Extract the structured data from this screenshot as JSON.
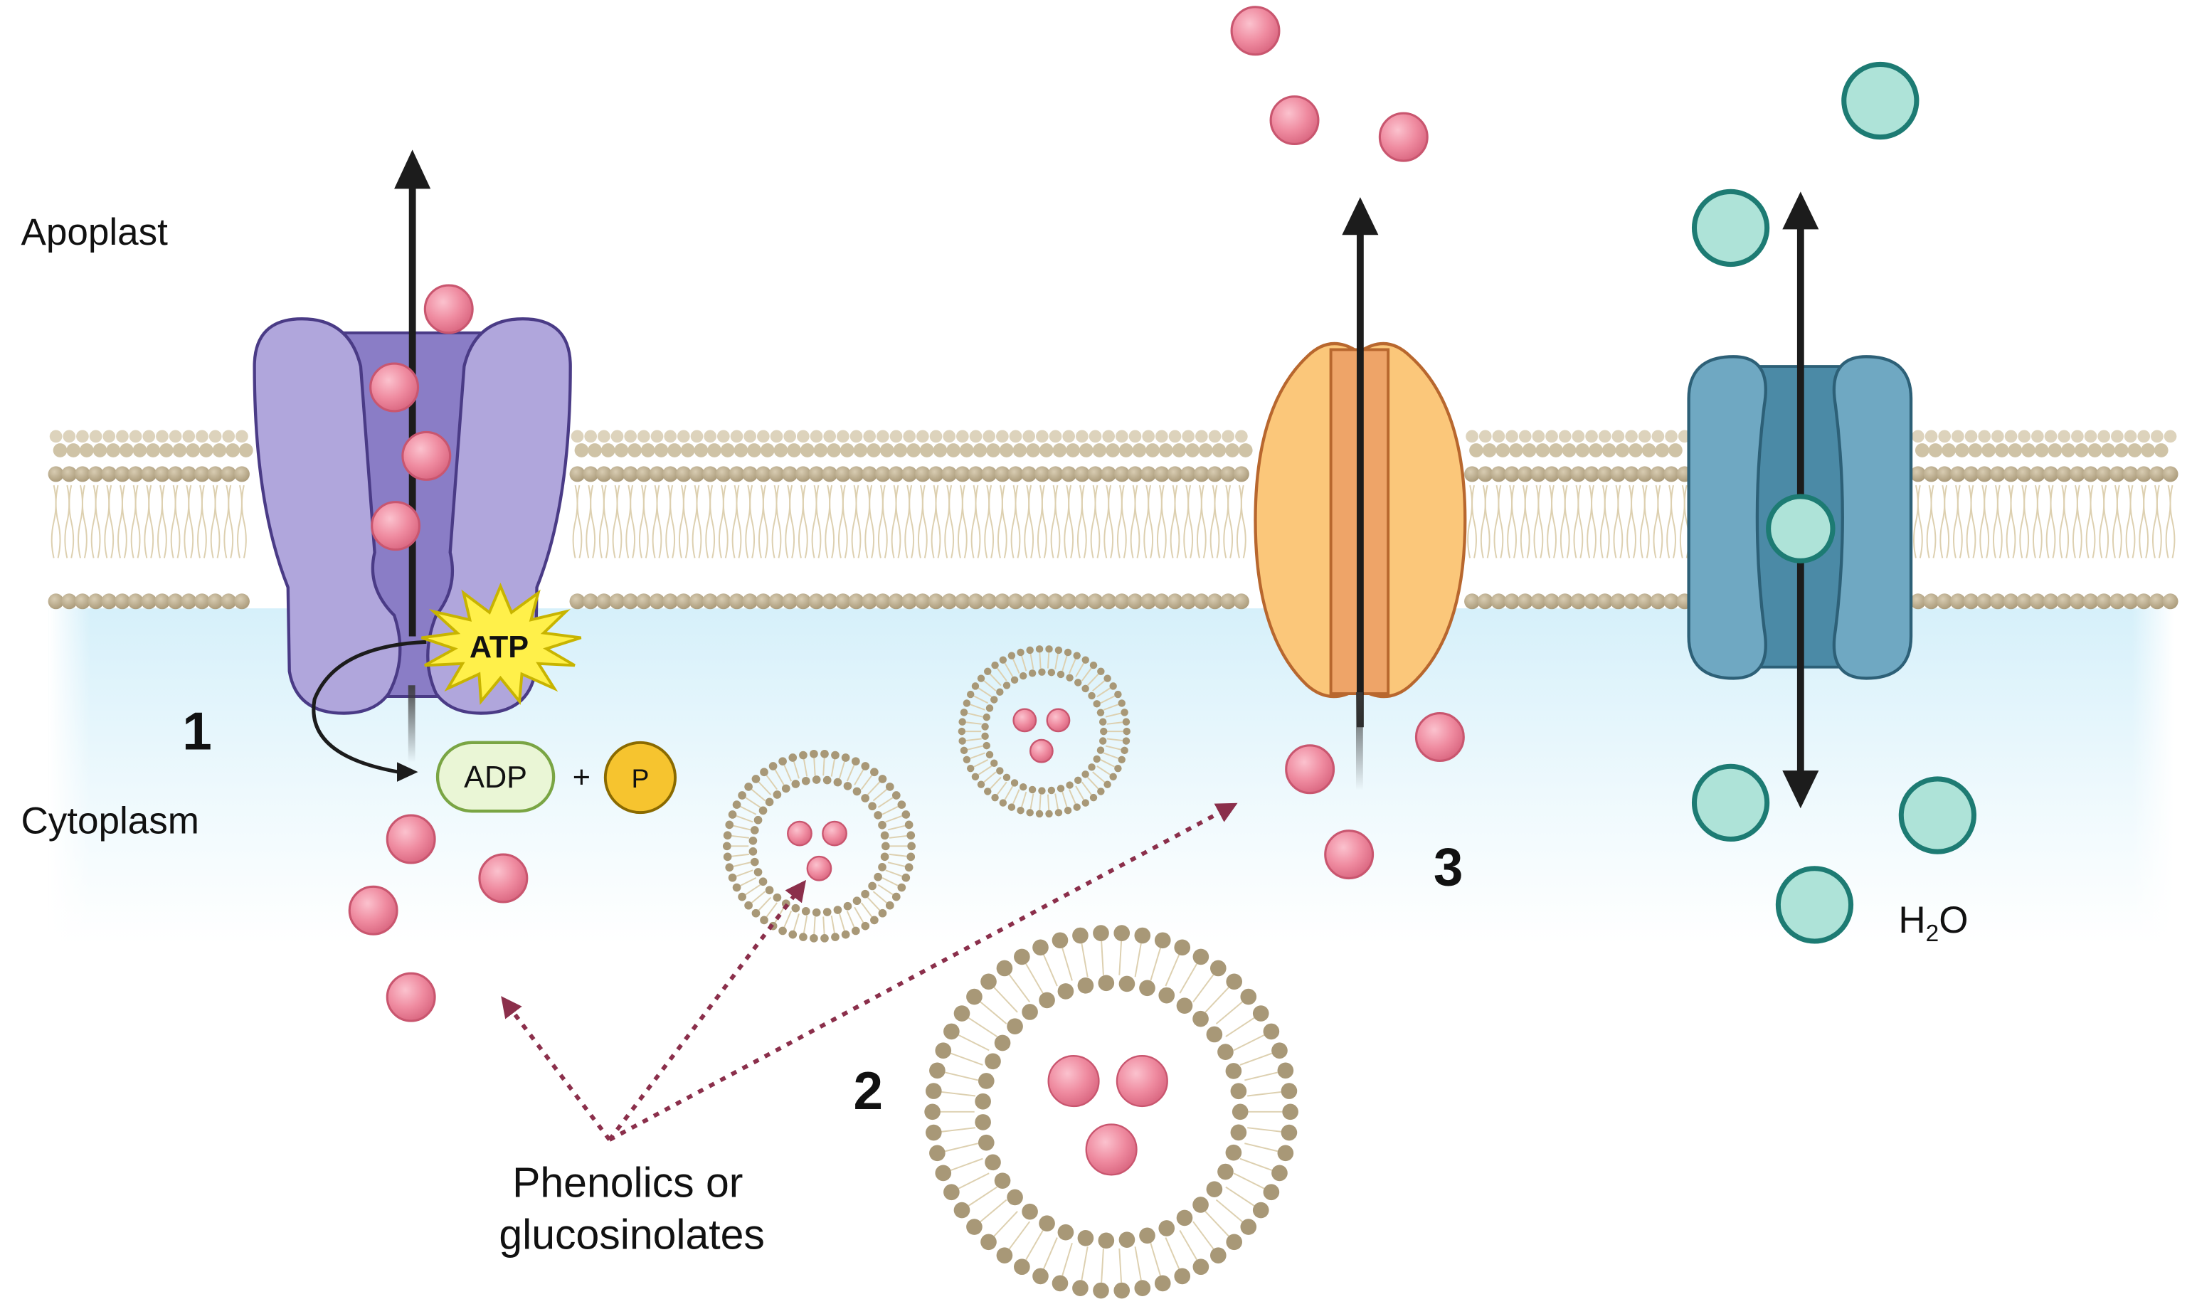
{
  "labels": {
    "apoplast": "Apoplast",
    "cytoplasm": "Cytoplasm",
    "atp": "ATP",
    "adp": "ADP",
    "plus": "+",
    "phosphate": "P",
    "step1": "1",
    "step2": "2",
    "step3": "3",
    "water_h": "H",
    "water_sub": "2",
    "water_o": "O",
    "source_line1": "Phenolics or",
    "source_line2": "glucosinolates"
  },
  "colors": {
    "cytoplasm_top": "#d9f2fb",
    "membrane_head": "#b8a98c",
    "membrane_tail": "#e9dcc0",
    "abc_transporter": "#b0a6dc",
    "abc_channel": "#8a7dc6",
    "abc_outline": "#4a3b86",
    "carrier": "#fbc77a",
    "carrier_core": "#eea468",
    "aquaporin": "#6fa8c2",
    "aquaporin_core": "#4b8aa6",
    "molecule": "#eb7f96",
    "water": "#aee3d8",
    "water_outline": "#1d7b73",
    "atp_burst": "#fff04a",
    "adp_fill": "#eaf6d6",
    "phosphate_fill": "#f6c42f",
    "dotted_arrow": "#8b2f4b",
    "arrow": "#1c1c1c"
  },
  "icons": [
    "abc-transporter-icon",
    "atp-burst-icon",
    "carrier-protein-icon",
    "aquaporin-icon",
    "vesicle-icon",
    "water-molecule-icon",
    "compound-molecule-icon"
  ]
}
